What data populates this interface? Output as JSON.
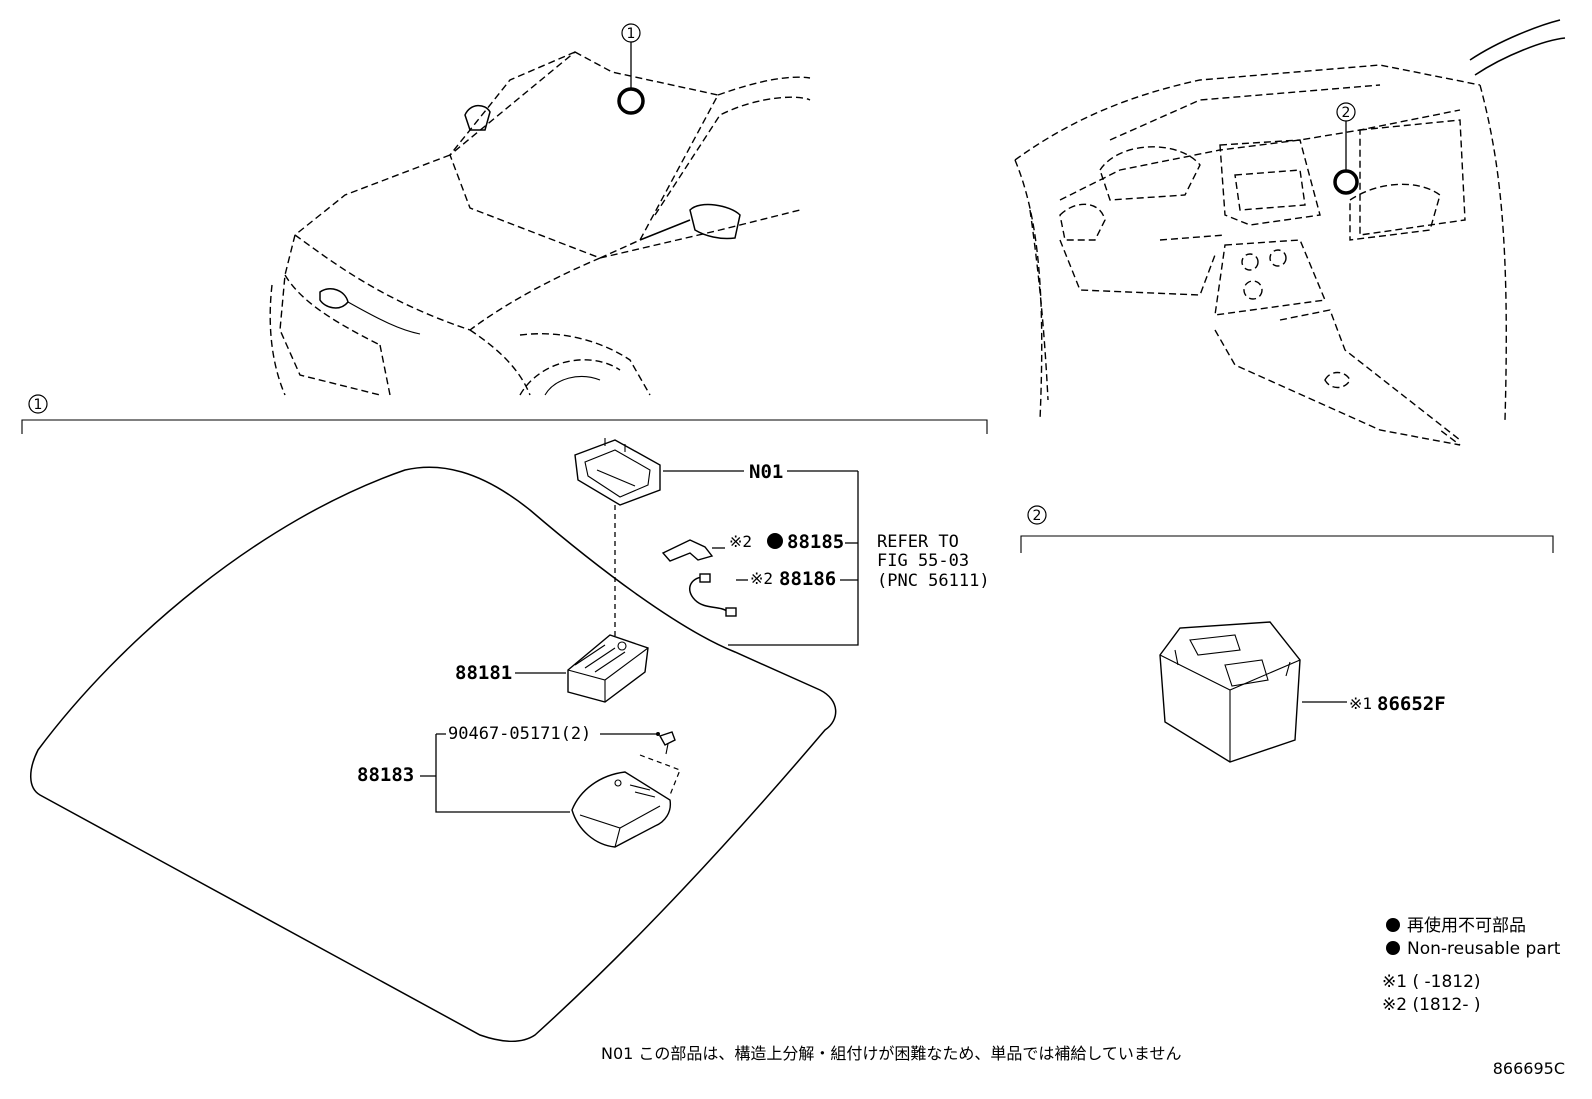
{
  "callouts": {
    "one": "1",
    "two": "2"
  },
  "section1": {
    "parts": {
      "n01": "N01",
      "p88185": "88185",
      "p88186": "88186",
      "p88181": "88181",
      "p88183": "88183",
      "screw": "90467-05171(2)"
    },
    "mark2": "※2",
    "refer": [
      "REFER TO",
      "FIG 55-03",
      "(PNC 56111)"
    ]
  },
  "section2": {
    "mark1": "※1",
    "part": "86652F"
  },
  "legend": {
    "jp": "再使用不可部品",
    "en": "Non-reusable part",
    "cond1": "※1 (      -1812)",
    "cond2": "※2 (1812-      )"
  },
  "footnote": "N01  この部品は、構造上分解・組付けが困難なため、単品では補給していません",
  "diagram_code": "866695C"
}
